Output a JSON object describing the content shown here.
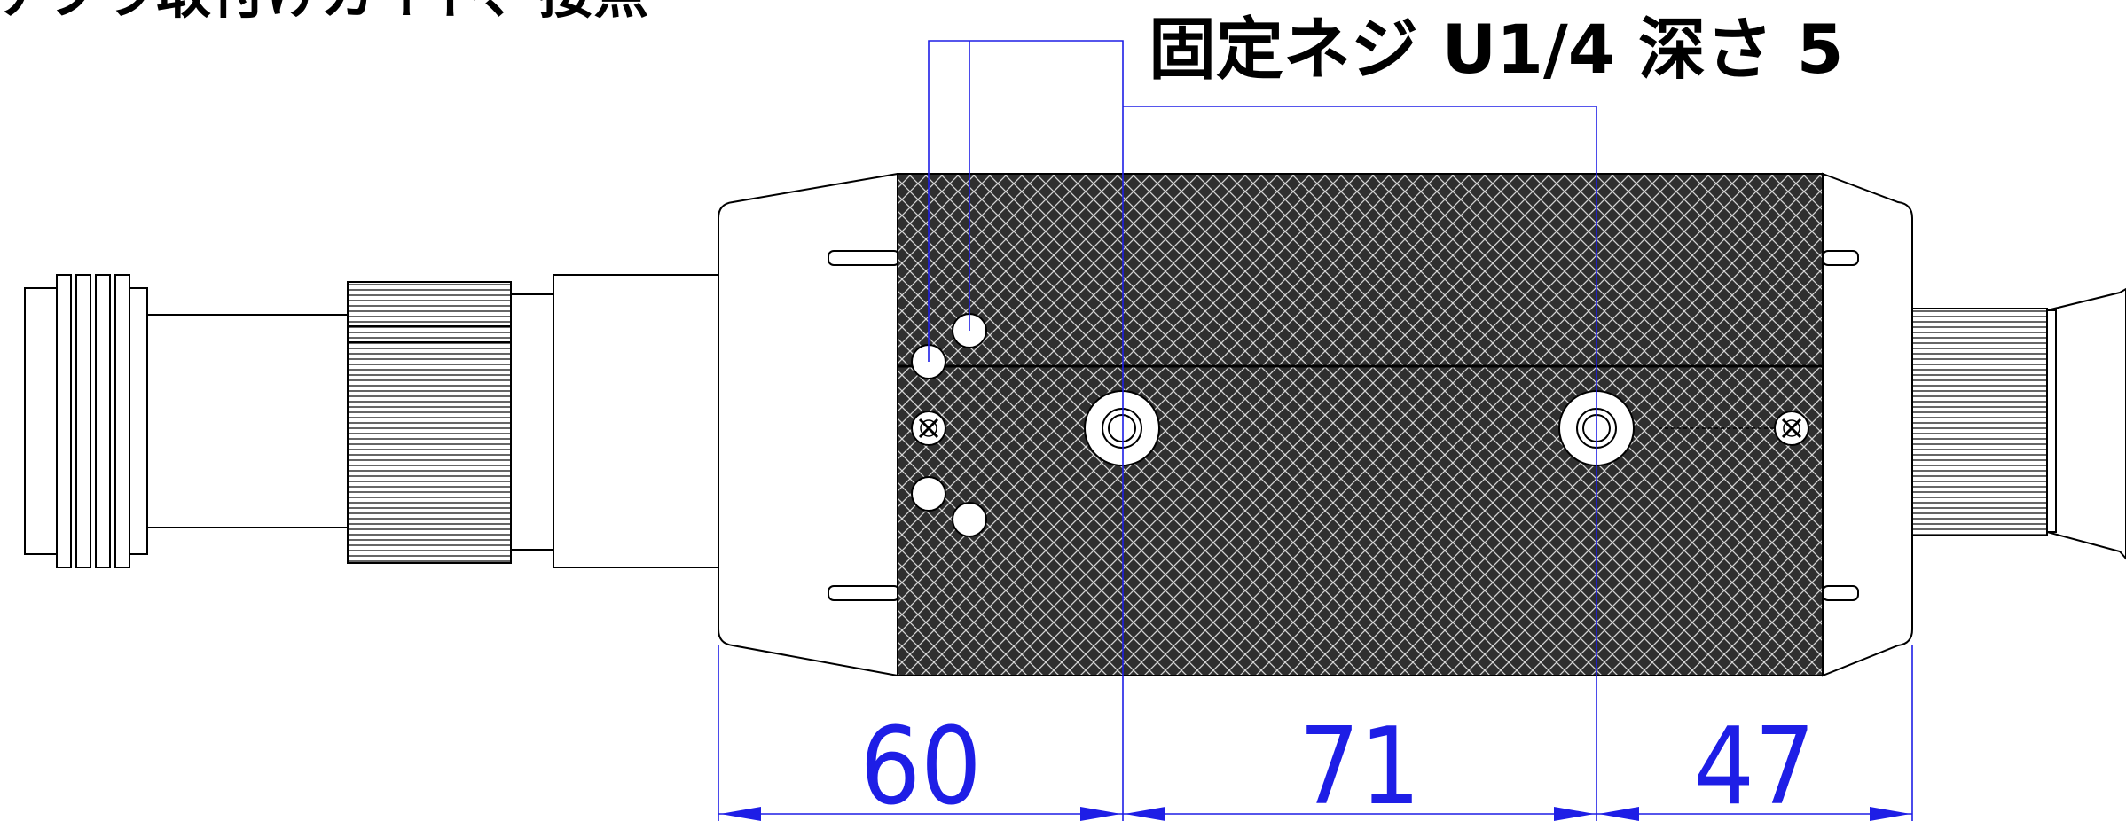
{
  "labels": {
    "top_left": "ケブラ取付けガイド、接点",
    "top_right": "固定ネジ U1/4 深さ 5"
  },
  "dimensions": [
    {
      "value": "60"
    },
    {
      "value": "71"
    },
    {
      "value": "47"
    }
  ],
  "colors": {
    "outline": "#000000",
    "dimension": "#1e1ee6",
    "knurl_bg": "#2f2f2f",
    "knurl_line": "#cfcfcf"
  }
}
